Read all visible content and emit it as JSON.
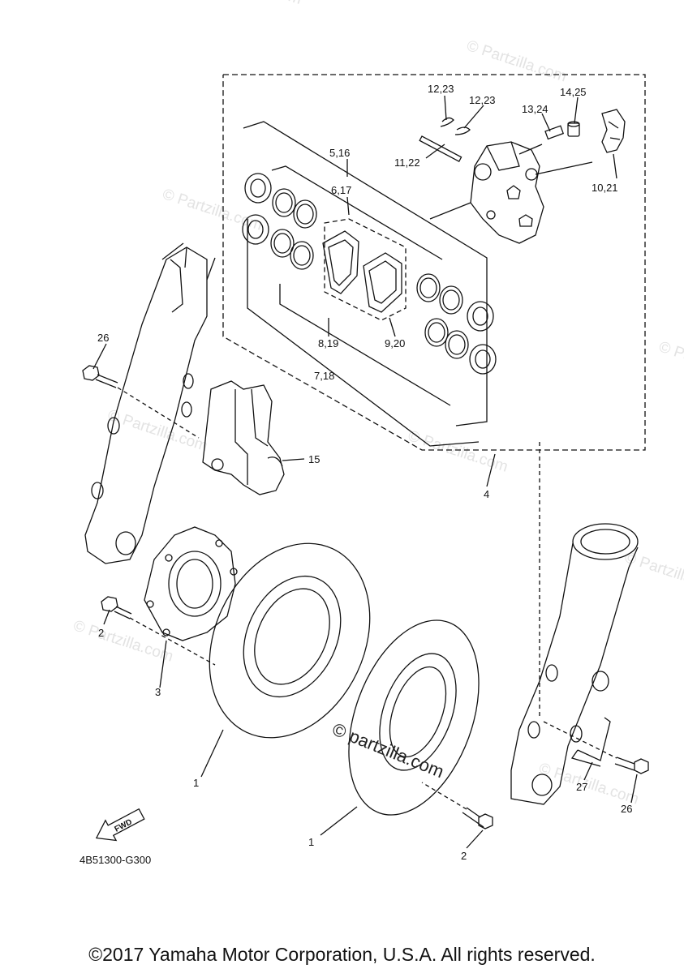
{
  "watermark": {
    "text": "© Partzilla.com",
    "center_text": "© partzilla.com"
  },
  "callouts": {
    "c1223a": "12,23",
    "c1223b": "12,23",
    "c1425": "14,25",
    "c1324": "13,24",
    "c1122": "11,22",
    "c516": "5,16",
    "c617": "6,17",
    "c1021": "10,21",
    "c819": "8,19",
    "c920": "9,20",
    "c718": "7,18",
    "c26a": "26",
    "c15": "15",
    "c4": "4",
    "c2a": "2",
    "c3": "3",
    "c1a": "1",
    "c27": "27",
    "c26b": "26",
    "c1b": "1",
    "c2b": "2"
  },
  "fwd_badge": "FWD",
  "diagram_code": "4B51300-G300",
  "copyright": "©2017 Yamaha Motor Corporation, U.S.A. All rights reserved."
}
